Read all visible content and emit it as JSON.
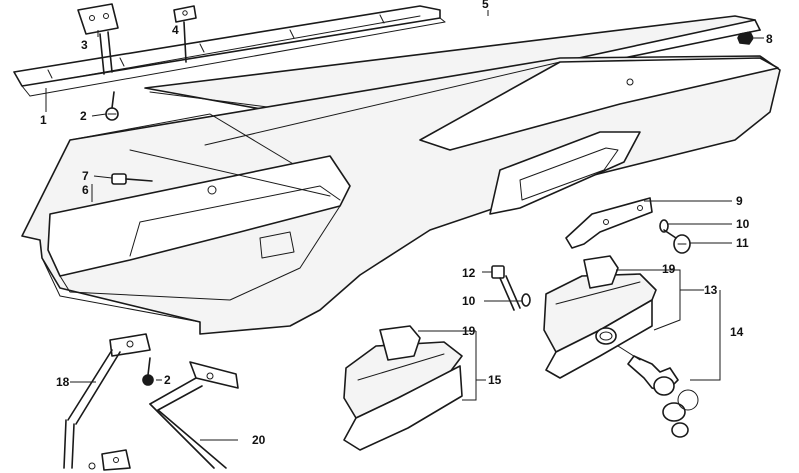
{
  "diagram": {
    "callouts": [
      {
        "id": "c1",
        "label": "1"
      },
      {
        "id": "c2a",
        "label": "2"
      },
      {
        "id": "c2b",
        "label": "2"
      },
      {
        "id": "c3",
        "label": "3"
      },
      {
        "id": "c4",
        "label": "4"
      },
      {
        "id": "c5",
        "label": "5"
      },
      {
        "id": "c6",
        "label": "6"
      },
      {
        "id": "c7",
        "label": "7"
      },
      {
        "id": "c8",
        "label": "8"
      },
      {
        "id": "c9",
        "label": "9"
      },
      {
        "id": "c10a",
        "label": "10"
      },
      {
        "id": "c10b",
        "label": "10"
      },
      {
        "id": "c11",
        "label": "11"
      },
      {
        "id": "c12",
        "label": "12"
      },
      {
        "id": "c13",
        "label": "13"
      },
      {
        "id": "c14",
        "label": "14"
      },
      {
        "id": "c15",
        "label": "15"
      },
      {
        "id": "c18",
        "label": "18"
      },
      {
        "id": "c19a",
        "label": "19"
      },
      {
        "id": "c19b",
        "label": "19"
      },
      {
        "id": "c20",
        "label": "20"
      }
    ]
  }
}
